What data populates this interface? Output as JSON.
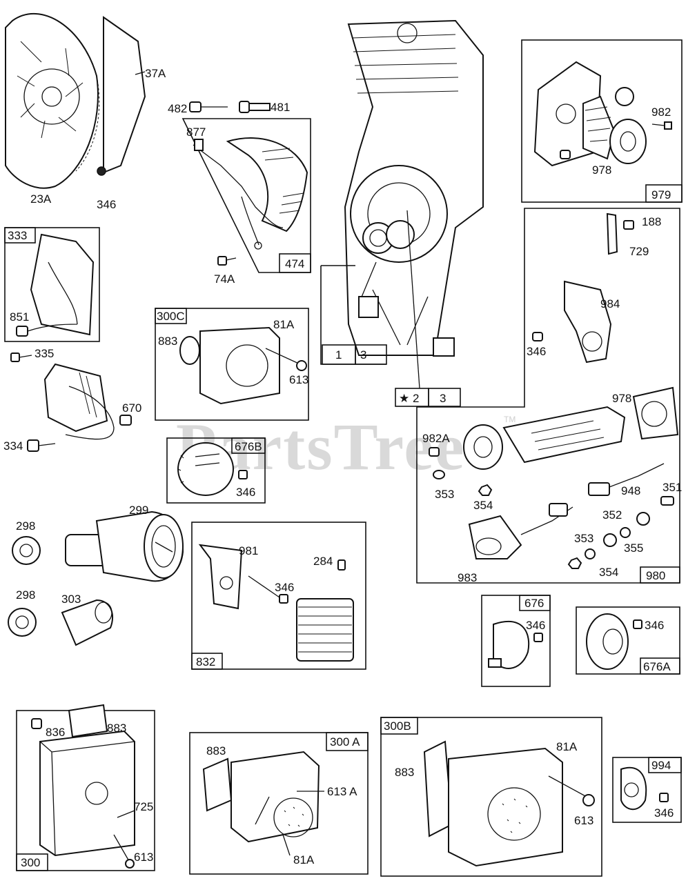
{
  "watermark": {
    "text": "PartsTree",
    "tm": "TM"
  },
  "callouts": {
    "l37A": "37A",
    "l23A": "23A",
    "l346_a": "346",
    "l482": "482",
    "l481": "481",
    "l877": "877",
    "l474": "474",
    "l74A": "74A",
    "l333": "333",
    "l851": "851",
    "l335": "335",
    "l670": "670",
    "l334": "334",
    "l300C": "300C",
    "l81A_a": "81A",
    "l883_a": "883",
    "l613_a": "613",
    "l676B": "676B",
    "l346_b": "346",
    "l1": "1",
    "l3_a": "3",
    "lstar": "★",
    "l2": "2",
    "l3_b": "3",
    "l982": "982",
    "l978_a": "978",
    "l979": "979",
    "l188": "188",
    "l729": "729",
    "l984": "984",
    "l346_c": "346",
    "l978_b": "978",
    "l982A": "982A",
    "l353_a": "353",
    "l354_a": "354",
    "l948": "948",
    "l351": "351",
    "l352": "352",
    "l353_b": "353",
    "l355": "355",
    "l354_b": "354",
    "l983": "983",
    "l980": "980",
    "l298_a": "298",
    "l299": "299",
    "l298_b": "298",
    "l303": "303",
    "l981": "981",
    "l284": "284",
    "l346_d": "346",
    "l832": "832",
    "l676": "676",
    "l346_e": "346",
    "l346_f": "346",
    "l676A": "676A",
    "l836": "836",
    "l883_b": "883",
    "l725": "725",
    "l613_b": "613",
    "l300": "300",
    "l883_c": "883",
    "l300A": "300 A",
    "l613A": "613 A",
    "l81A_b": "81A",
    "l300B": "300B",
    "l883_d": "883",
    "l81A_c": "81A",
    "l613_c": "613",
    "l994": "994",
    "l346_g": "346"
  }
}
